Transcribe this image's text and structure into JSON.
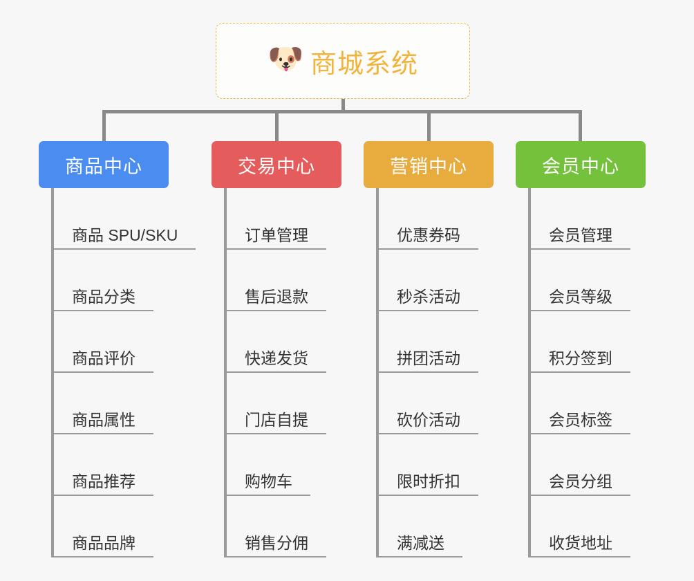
{
  "root": {
    "icon": "dog-face-icon",
    "icon_glyph": "🐶",
    "title": "商城系统",
    "border_color": "#e9b44a",
    "text_color": "#f0b43c"
  },
  "connector_color": "#898989",
  "columns": [
    {
      "id": "product-center",
      "label": "商品中心",
      "color": "#4a8cef",
      "items": [
        "商品 SPU/SKU",
        "商品分类",
        "商品评价",
        "商品属性",
        "商品推荐",
        "商品品牌"
      ]
    },
    {
      "id": "trade-center",
      "label": "交易中心",
      "color": "#e55c5c",
      "items": [
        "订单管理",
        "售后退款",
        "快递发货",
        "门店自提",
        "购物车",
        "销售分佣"
      ]
    },
    {
      "id": "marketing-center",
      "label": "营销中心",
      "color": "#e8ac3e",
      "items": [
        "优惠券码",
        "秒杀活动",
        "拼团活动",
        "砍价活动",
        "限时折扣",
        "满减送"
      ]
    },
    {
      "id": "member-center",
      "label": "会员中心",
      "color": "#74c13c",
      "items": [
        "会员管理",
        "会员等级",
        "积分签到",
        "会员标签",
        "会员分组",
        "收货地址"
      ]
    }
  ]
}
